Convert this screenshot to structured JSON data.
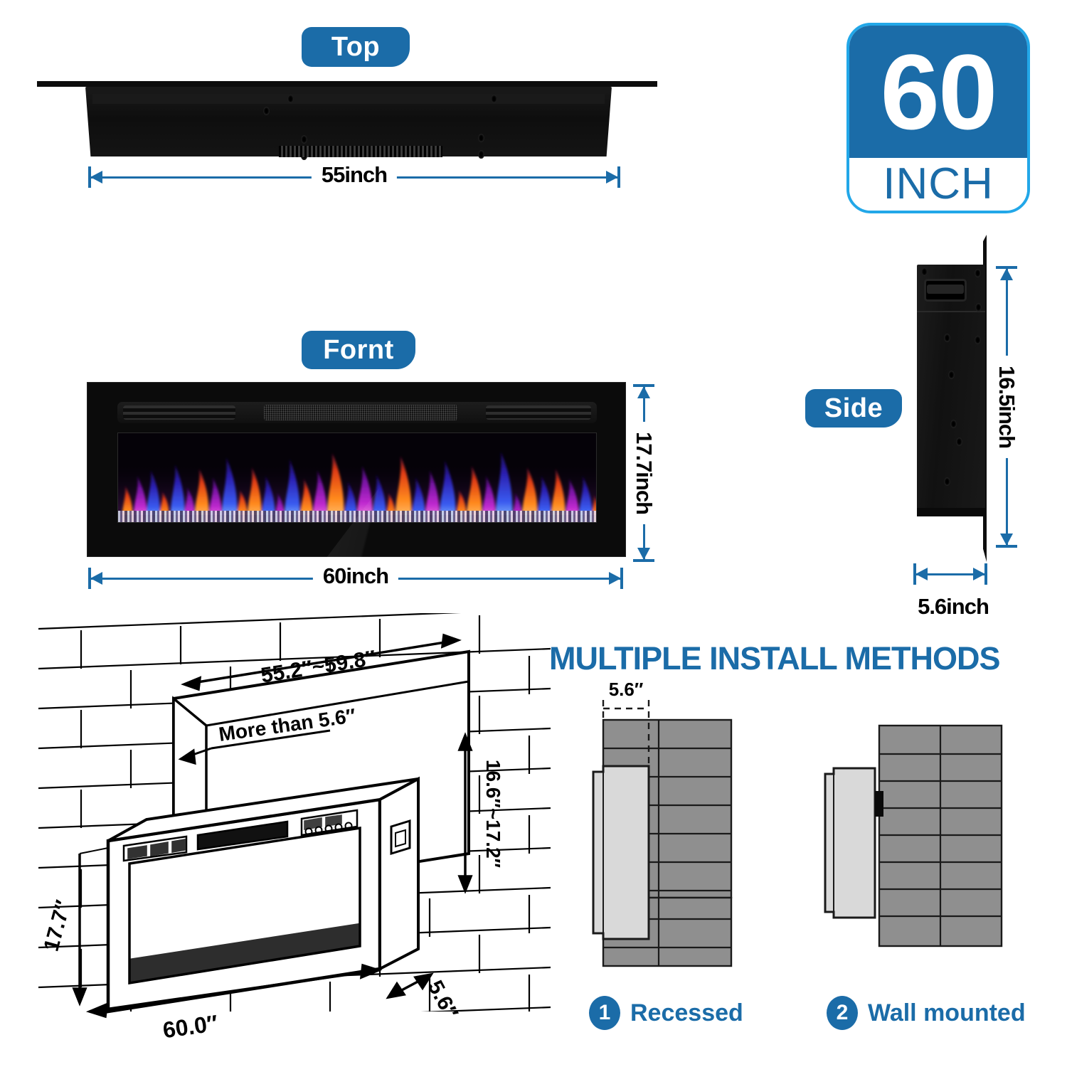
{
  "product": {
    "size_badge": {
      "number": "60",
      "unit": "INCH"
    }
  },
  "views": {
    "top": {
      "label": "Top",
      "width_dimension": "55inch"
    },
    "front": {
      "label": "Fornt",
      "width_dimension": "60inch",
      "height_dimension": "17.7inch"
    },
    "side": {
      "label": "Side",
      "height_dimension": "16.5inch",
      "depth_dimension": "5.6inch"
    }
  },
  "cutout_diagram": {
    "opening_width": "55.2″~59.8″",
    "opening_depth_note": "More than 5.6″",
    "opening_height": "16.6″~17.2″",
    "unit_height": "17.7″",
    "unit_width": "60.0″",
    "unit_depth": "5.6″"
  },
  "install": {
    "heading": "MULTIPLE INSTALL METHODS",
    "depth_label": "5.6″",
    "methods": [
      {
        "number": "1",
        "label": "Recessed"
      },
      {
        "number": "2",
        "label": "Wall mounted"
      }
    ]
  },
  "colors": {
    "brand_blue": "#1b6ca8",
    "accent_cyan": "#22a7e8",
    "dimension_text": "#000000",
    "wall_gray": "#8f8f8f",
    "unit_gray": "#d9d9d9"
  }
}
